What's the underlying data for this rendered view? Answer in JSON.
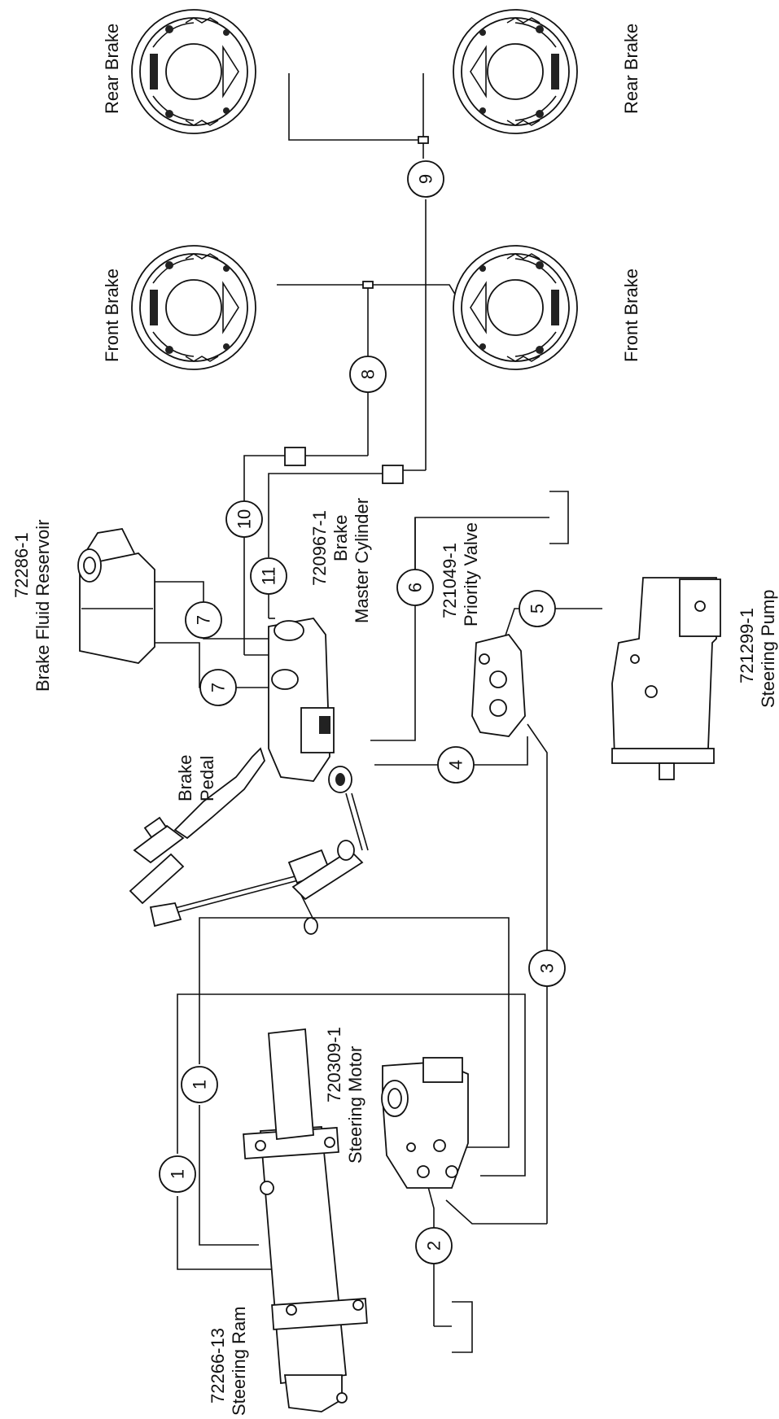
{
  "labels": {
    "rear_brake_left": "Rear Brake",
    "rear_brake_right": "Rear Brake",
    "front_brake_left": "Front Brake",
    "front_brake_right": "Front Brake",
    "reservoir_pn": "72286-1",
    "reservoir_name": "Brake Fluid Reservoir",
    "master_pn": "720967-1",
    "master_name1": "Brake",
    "master_name2": "Master Cylinder",
    "priority_pn": "721049-1",
    "priority_name": "Priority Valve",
    "pump_pn": "721299-1",
    "pump_name": "Steering Pump",
    "pedal_name1": "Brake",
    "pedal_name2": "Pedal",
    "motor_pn": "720309-1",
    "motor_name": "Steering Motor",
    "ram_pn": "72266-13",
    "ram_name": "Steering Ram"
  },
  "callouts": {
    "c9": "9",
    "c8": "8",
    "c10": "10",
    "c11": "11",
    "c7a": "7",
    "c7b": "7",
    "c6": "6",
    "c5": "5",
    "c4": "4",
    "c3": "3",
    "c1a": "1",
    "c1b": "1",
    "c2": "2"
  }
}
